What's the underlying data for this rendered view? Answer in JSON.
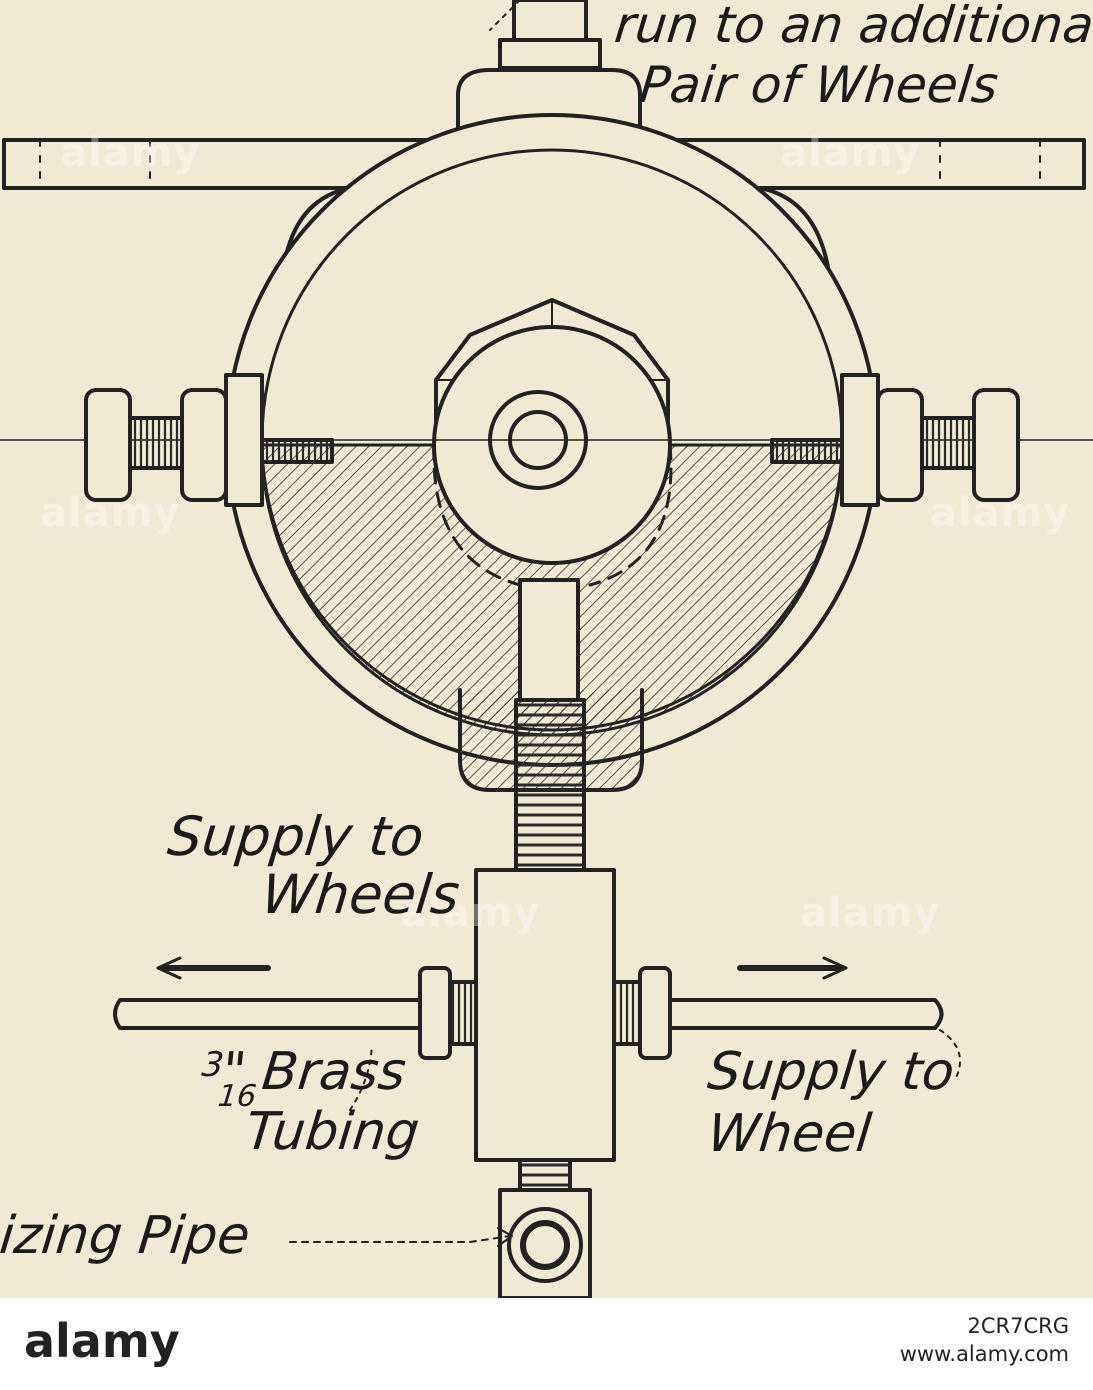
{
  "labels": {
    "additional_line1": "run to an additiona",
    "additional_line2": "Pair of Wheels",
    "supply_wheels_line1": "Supply to",
    "supply_wheels_line2": "Wheels",
    "tubing_fraction_num": "3",
    "tubing_fraction_den": "16",
    "tubing_line1": "\" Brass",
    "tubing_line2": "Tubing",
    "supply_wheel_line1": "Supply to",
    "supply_wheel_line2": "Wheel",
    "equalizing": "izing Pipe"
  },
  "watermark": "alamy",
  "footer": {
    "logo": "alamy",
    "image_id": "2CR7CRG",
    "url": "www.alamy.com"
  }
}
